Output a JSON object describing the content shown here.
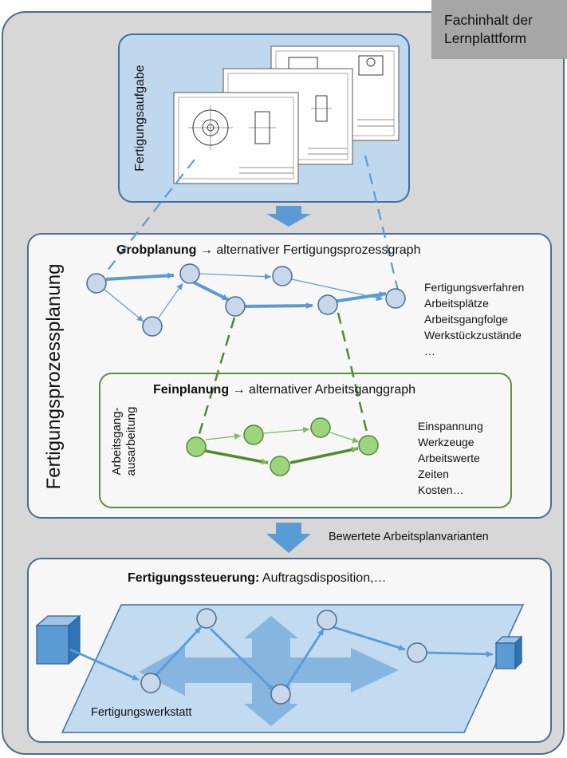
{
  "corner_label": [
    "Fachinhalt der",
    "Lernplattform"
  ],
  "task": {
    "label": "Fertigungsaufgabe"
  },
  "planning": {
    "side_label": "Fertigungsprozessplanung",
    "grob_title_bold": "Grobplanung",
    "grob_title_rest": "alternativer  Fertigungsprozessgraph",
    "grob_list": [
      "Fertigungsverfahren",
      "Arbeitsplätze",
      "Arbeitsgangfolge",
      "Werkstückzustände",
      "…"
    ]
  },
  "fine": {
    "side_label": [
      "Arbeitsgang-",
      "ausarbeitung"
    ],
    "title_bold": "Feinplanung",
    "title_rest": "alternativer  Arbeitsganggraph",
    "list": [
      "Einspannung",
      "Werkzeuge",
      "Arbeitswerte",
      "Zeiten",
      "Kosten…"
    ]
  },
  "between_label": "Bewertete  Arbeitsplanvarianten",
  "control": {
    "title_bold": "Fertigungssteuerung:",
    "title_rest": "Auftragsdisposition,…",
    "workshop_label": "Fertigungswerkstatt"
  },
  "arrow_symbol": "→",
  "colors": {
    "blue_node": "#c9d7ea",
    "blue_edge": "#5b9bd5",
    "green_node": "#9fd47e",
    "green_edge": "#4f8a2f",
    "panel_border": "#4b6d8f"
  }
}
